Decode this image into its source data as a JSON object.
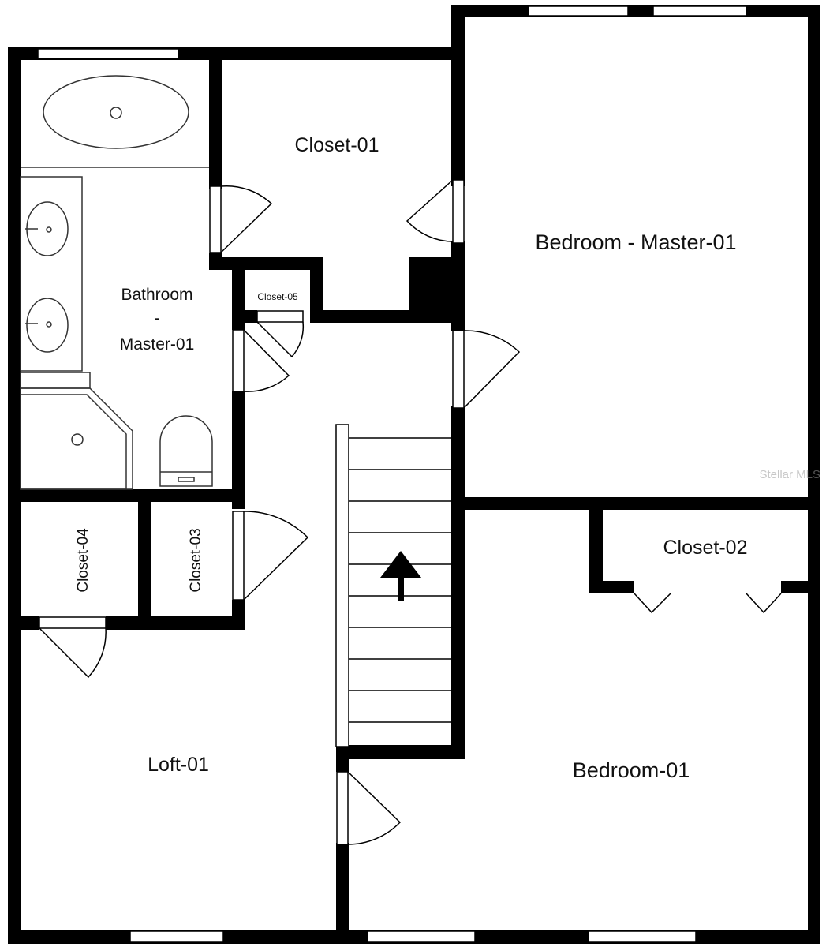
{
  "colors": {
    "wall": "#000000",
    "background": "#ffffff",
    "fixture_stroke": "#333333",
    "watermark": "#9a9a9a"
  },
  "rooms": {
    "closet_01": "Closet-01",
    "bedroom_master_01": "Bedroom - Master-01",
    "bathroom_master_01_line1": "Bathroom",
    "bathroom_master_01_line2": "-",
    "bathroom_master_01_line3": "Master-01",
    "closet_05": "Closet-05",
    "closet_04": "Closet-04",
    "closet_03": "Closet-03",
    "closet_02": "Closet-02",
    "loft_01": "Loft-01",
    "bedroom_01": "Bedroom-01"
  },
  "watermark": "Stellar MLS",
  "icons": {
    "stairs_arrow": "arrow-up-icon",
    "tub": "bathtub-icon",
    "sink": "sink-icon",
    "toilet": "toilet-icon",
    "shower": "shower-icon"
  }
}
